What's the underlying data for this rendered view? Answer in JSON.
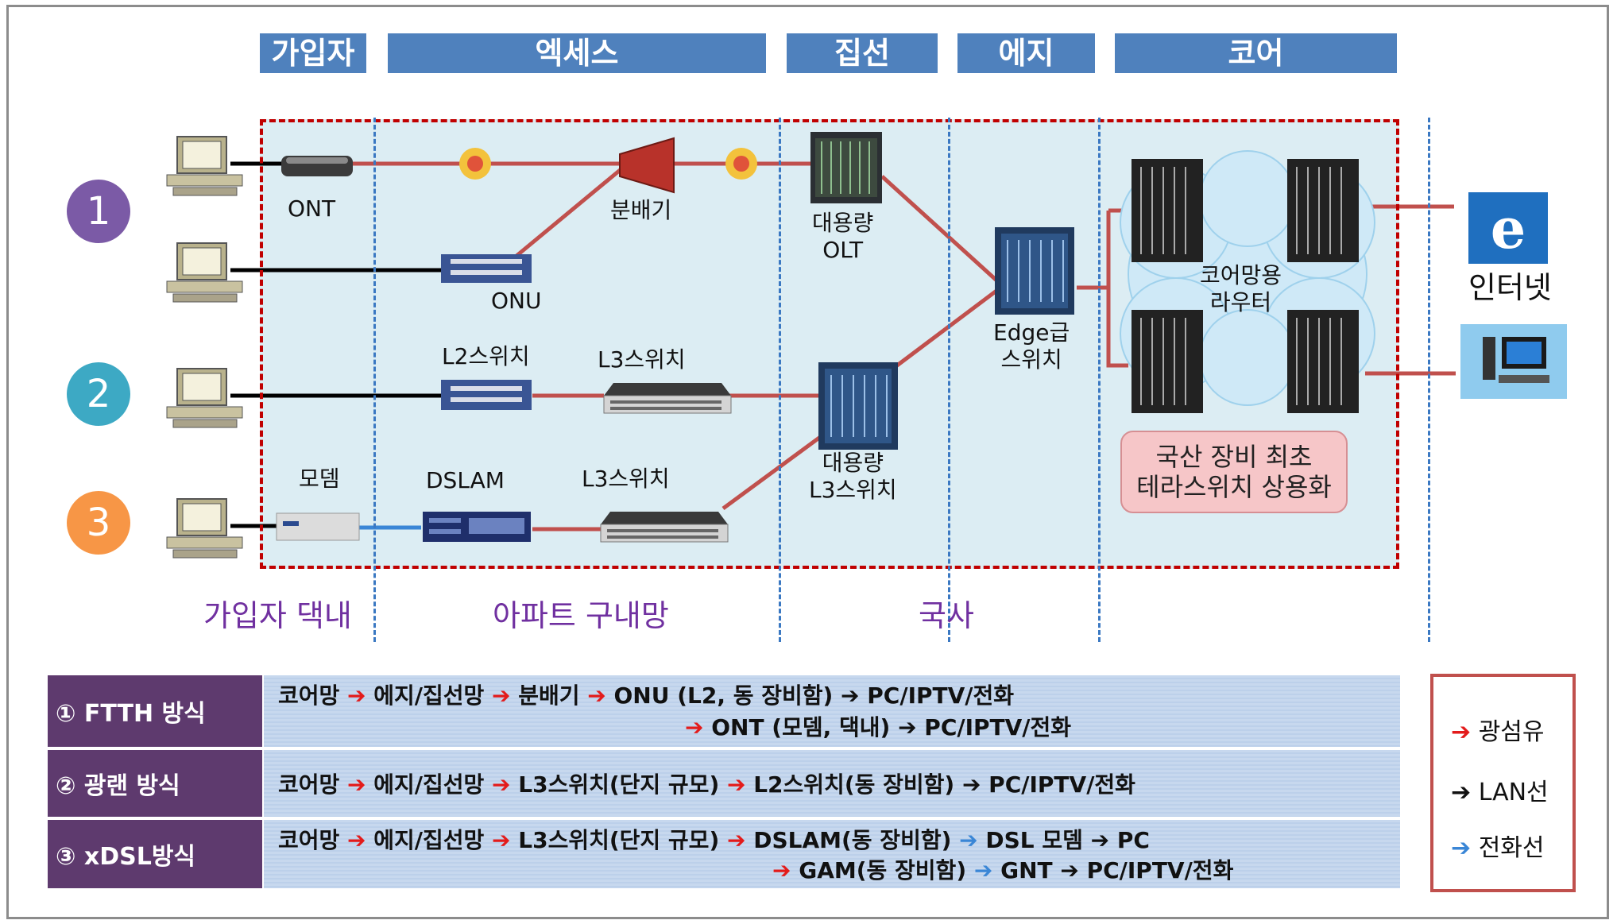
{
  "headers": {
    "subscriber": "가입자",
    "access": "엑세스",
    "aggregation": "집선",
    "edge": "에지",
    "core": "코어"
  },
  "zones": {
    "home": "가입자 댁내",
    "apartment": "아파트 구내망",
    "office": "국사"
  },
  "circles": [
    "1",
    "2",
    "3"
  ],
  "labels": {
    "ont": "ONT",
    "splitter": "분배기",
    "olt": "대용량\nOLT",
    "onu": "ONU",
    "l2": "L2스위치",
    "l3a": "L3스위치",
    "edge": "Edge급\n스위치",
    "core_router": "코어망용\n라우터",
    "modem": "모뎀",
    "dslam": "DSLAM",
    "l3b": "L3스위치",
    "big_l3": "대용량\nL3스위치",
    "internet": "인터넷",
    "terra": "국산 장비 최초\n테라스위치 상용화"
  },
  "table": [
    {
      "label": "① FTTH 방식",
      "lines": [
        [
          [
            "",
            "코어망"
          ],
          [
            "r",
            " 에지/집선망"
          ],
          [
            "r",
            " 분배기"
          ],
          [
            "r",
            " ONU (L2, 동 장비함)"
          ],
          [
            "k",
            "  PC/IPTV/전화"
          ]
        ],
        [
          [
            "r",
            " ONT (모뎀, 댁내)"
          ],
          [
            "k",
            "  PC/IPTV/전화"
          ]
        ]
      ]
    },
    {
      "label": "② 광랜 방식",
      "lines": [
        [
          [
            "",
            "코어망"
          ],
          [
            "r",
            " 에지/집선망"
          ],
          [
            "r",
            " L3스위치(단지 규모)"
          ],
          [
            "r",
            " L2스위치(동 장비함)"
          ],
          [
            "k",
            " PC/IPTV/전화"
          ]
        ]
      ]
    },
    {
      "label": "③ xDSL방식",
      "lines": [
        [
          [
            "",
            "코어망"
          ],
          [
            "r",
            " 에지/집선망"
          ],
          [
            "r",
            " L3스위치(단지 규모)"
          ],
          [
            "r",
            " DSLAM(동 장비함)"
          ],
          [
            "b",
            " DSL 모뎀"
          ],
          [
            "k",
            " PC"
          ]
        ],
        [
          [
            "r",
            " GAM(동 장비함)"
          ],
          [
            "b",
            " GNT"
          ],
          [
            "k",
            "  PC/IPTV/전화"
          ]
        ]
      ]
    }
  ],
  "legend": [
    {
      "arrow": "red",
      "text": "광섬유"
    },
    {
      "arrow": "black",
      "text": "LAN선"
    },
    {
      "arrow": "blue",
      "text": "전화선"
    }
  ],
  "colors": {
    "fiber": "#c0504d",
    "lan": "#000000",
    "phone": "#3a86d6",
    "header": "#4f81bd",
    "zone_text": "#7030a0",
    "row_label": "#5e3a6e",
    "circle1": "#7b5aa6",
    "circle2": "#3da9c4",
    "circle3": "#f79646"
  }
}
